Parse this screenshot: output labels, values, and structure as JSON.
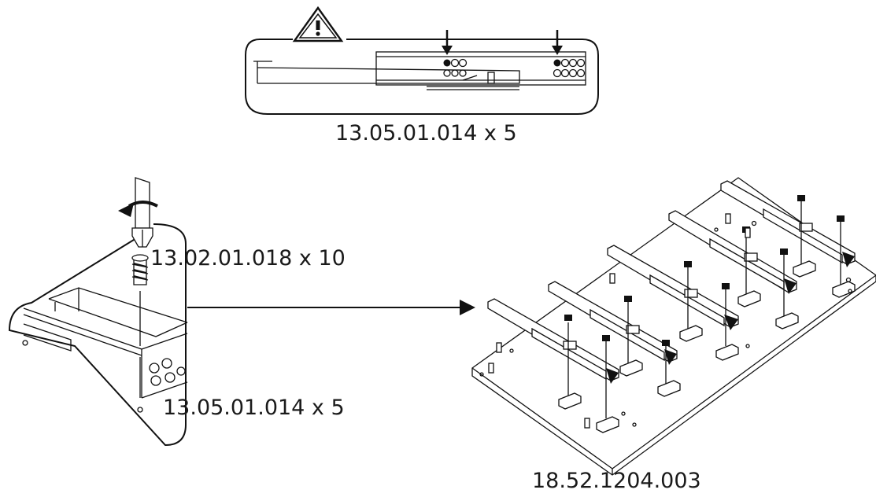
{
  "labels": {
    "top_part": "13.05.01.014 x 5",
    "screw_part": "13.02.01.018 x 10",
    "rail_part": "13.05.01.014 x 5",
    "assembly_part": "18.52.1204.003"
  },
  "icons": {
    "warning": "warning-triangle-icon",
    "rotate": "rotate-arrow-icon"
  }
}
